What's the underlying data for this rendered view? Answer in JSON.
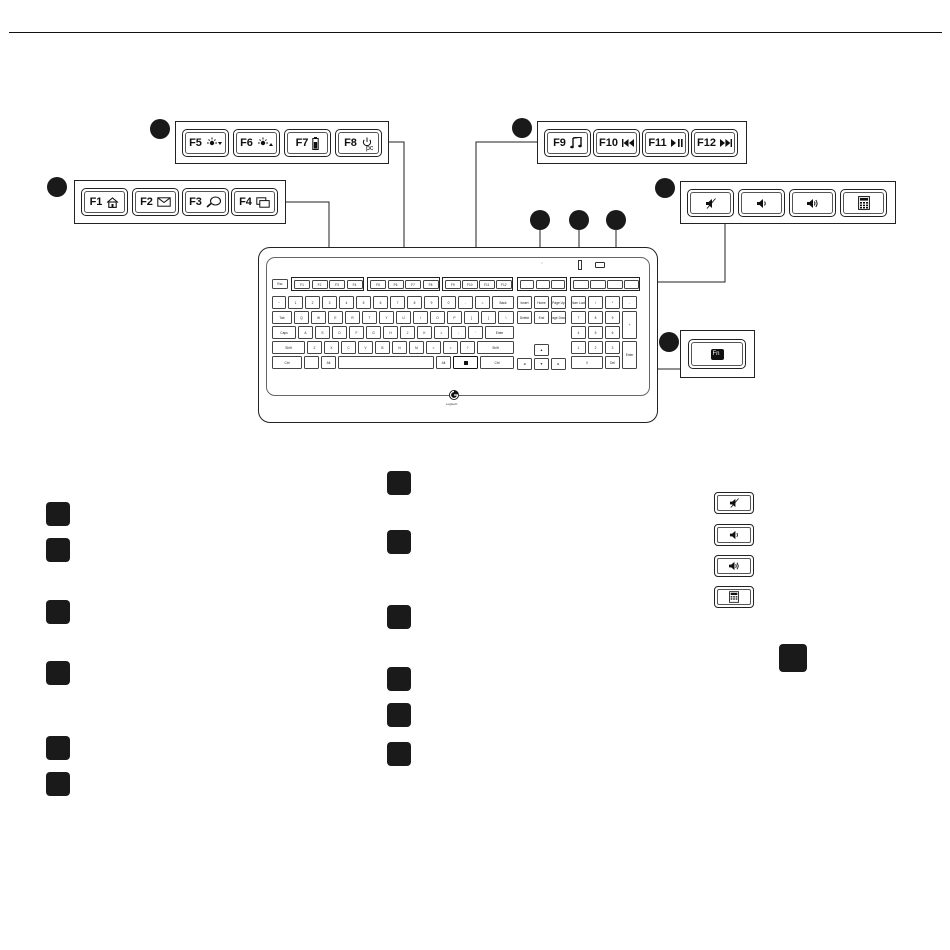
{
  "colors": {
    "ink": "#111111",
    "callout": "#1a1a1a",
    "paper": "#ffffff"
  },
  "strips": {
    "f5_f8": [
      {
        "label": "F5",
        "icon": "brightness-down-icon"
      },
      {
        "label": "F6",
        "icon": "brightness-up-icon"
      },
      {
        "label": "F7",
        "icon": "battery-icon"
      },
      {
        "label": "F8",
        "icon": "power-pc-icon",
        "sub": "pc"
      }
    ],
    "f1_f4": [
      {
        "label": "F1",
        "icon": "home-icon"
      },
      {
        "label": "F2",
        "icon": "mail-icon"
      },
      {
        "label": "F3",
        "icon": "search-icon"
      },
      {
        "label": "F4",
        "icon": "windows-switch-icon"
      }
    ],
    "f9_f12": [
      {
        "label": "F9",
        "icon": "music-icon"
      },
      {
        "label": "F10",
        "icon": "previous-track-icon"
      },
      {
        "label": "F11",
        "icon": "play-pause-icon"
      },
      {
        "label": "F12",
        "icon": "next-track-icon"
      }
    ],
    "media": [
      {
        "icon": "mute-icon"
      },
      {
        "icon": "volume-down-icon"
      },
      {
        "icon": "volume-up-icon"
      },
      {
        "icon": "calculator-icon"
      }
    ],
    "fn": {
      "label": "Fn"
    }
  },
  "keyboard": {
    "esc": "Esc",
    "row_num": [
      "~",
      "1",
      "2",
      "3",
      "4",
      "5",
      "6",
      "7",
      "8",
      "9",
      "0",
      "-",
      "=",
      "Back"
    ],
    "row_q": [
      "Tab",
      "Q",
      "W",
      "E",
      "R",
      "T",
      "Y",
      "U",
      "I",
      "O",
      "P",
      "[",
      "]",
      "\\"
    ],
    "row_a": [
      "Caps",
      "A",
      "S",
      "D",
      "F",
      "G",
      "H",
      "J",
      "K",
      "L",
      ";",
      "'",
      "Enter"
    ],
    "row_z": [
      "Shift",
      "Z",
      "X",
      "C",
      "V",
      "B",
      "N",
      "M",
      "<",
      ">",
      "?",
      "Shift"
    ],
    "row_space": [
      "Ctrl",
      "",
      "Alt",
      "",
      "Alt",
      "",
      "Ctrl"
    ],
    "nav": [
      "Insert",
      "Home",
      "Page Up",
      "Delete",
      "End",
      "Page Down"
    ],
    "numpad": [
      "Num Lock",
      "/",
      "*",
      "-",
      "7",
      "8",
      "9",
      "+",
      "4",
      "5",
      "6",
      "1",
      "2",
      "3",
      "Enter",
      "0",
      "Del"
    ],
    "brand": "Logitech"
  }
}
